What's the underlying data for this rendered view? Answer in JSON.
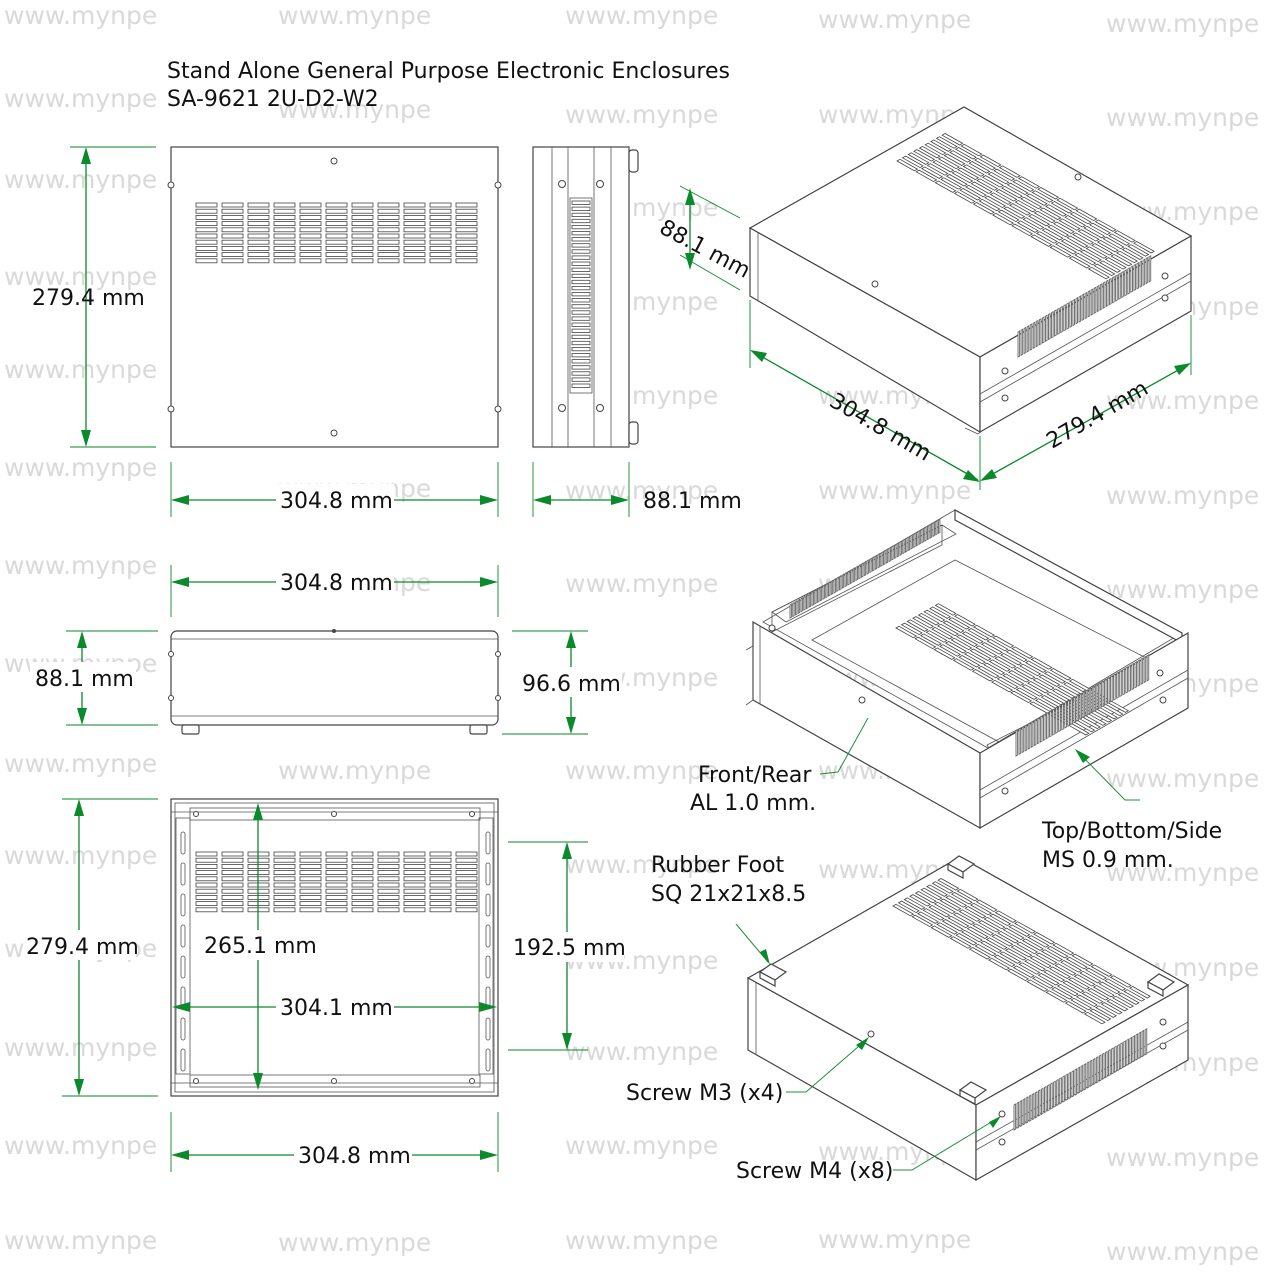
{
  "watermark": "www.mynpe",
  "title": {
    "line1": "Stand Alone General Purpose Electronic Enclosures",
    "line2": "SA-9621 2U-D2-W2"
  },
  "dimensions": {
    "top_depth": "279.4 mm",
    "top_width": "304.8 mm",
    "side_depth": "88.1 mm",
    "iso_height": "88.1 mm",
    "iso_width": "304.8 mm",
    "iso_depth": "279.4 mm",
    "front_width": "304.8 mm",
    "front_height": "88.1 mm",
    "front_total_height": "96.6 mm",
    "chassis_depth": "279.4 mm",
    "chassis_inner_depth": "265.1 mm",
    "chassis_inner_width": "304.1 mm",
    "chassis_mount_span": "192.5 mm",
    "chassis_width": "304.8 mm"
  },
  "callouts": {
    "front_rear_1": "Front/Rear",
    "front_rear_2": "AL 1.0 mm.",
    "top_bottom_1": "Top/Bottom/Side",
    "top_bottom_2": "MS 0.9 mm.",
    "rubber_foot_1": "Rubber Foot",
    "rubber_foot_2": "SQ 21x21x8.5",
    "screw_m3": "Screw M3 (x4)",
    "screw_m4": "Screw M4 (x8)"
  },
  "colors": {
    "dimension_line": "#0a8a2a",
    "outline": "#444444",
    "watermark": "#d9d9d9"
  }
}
